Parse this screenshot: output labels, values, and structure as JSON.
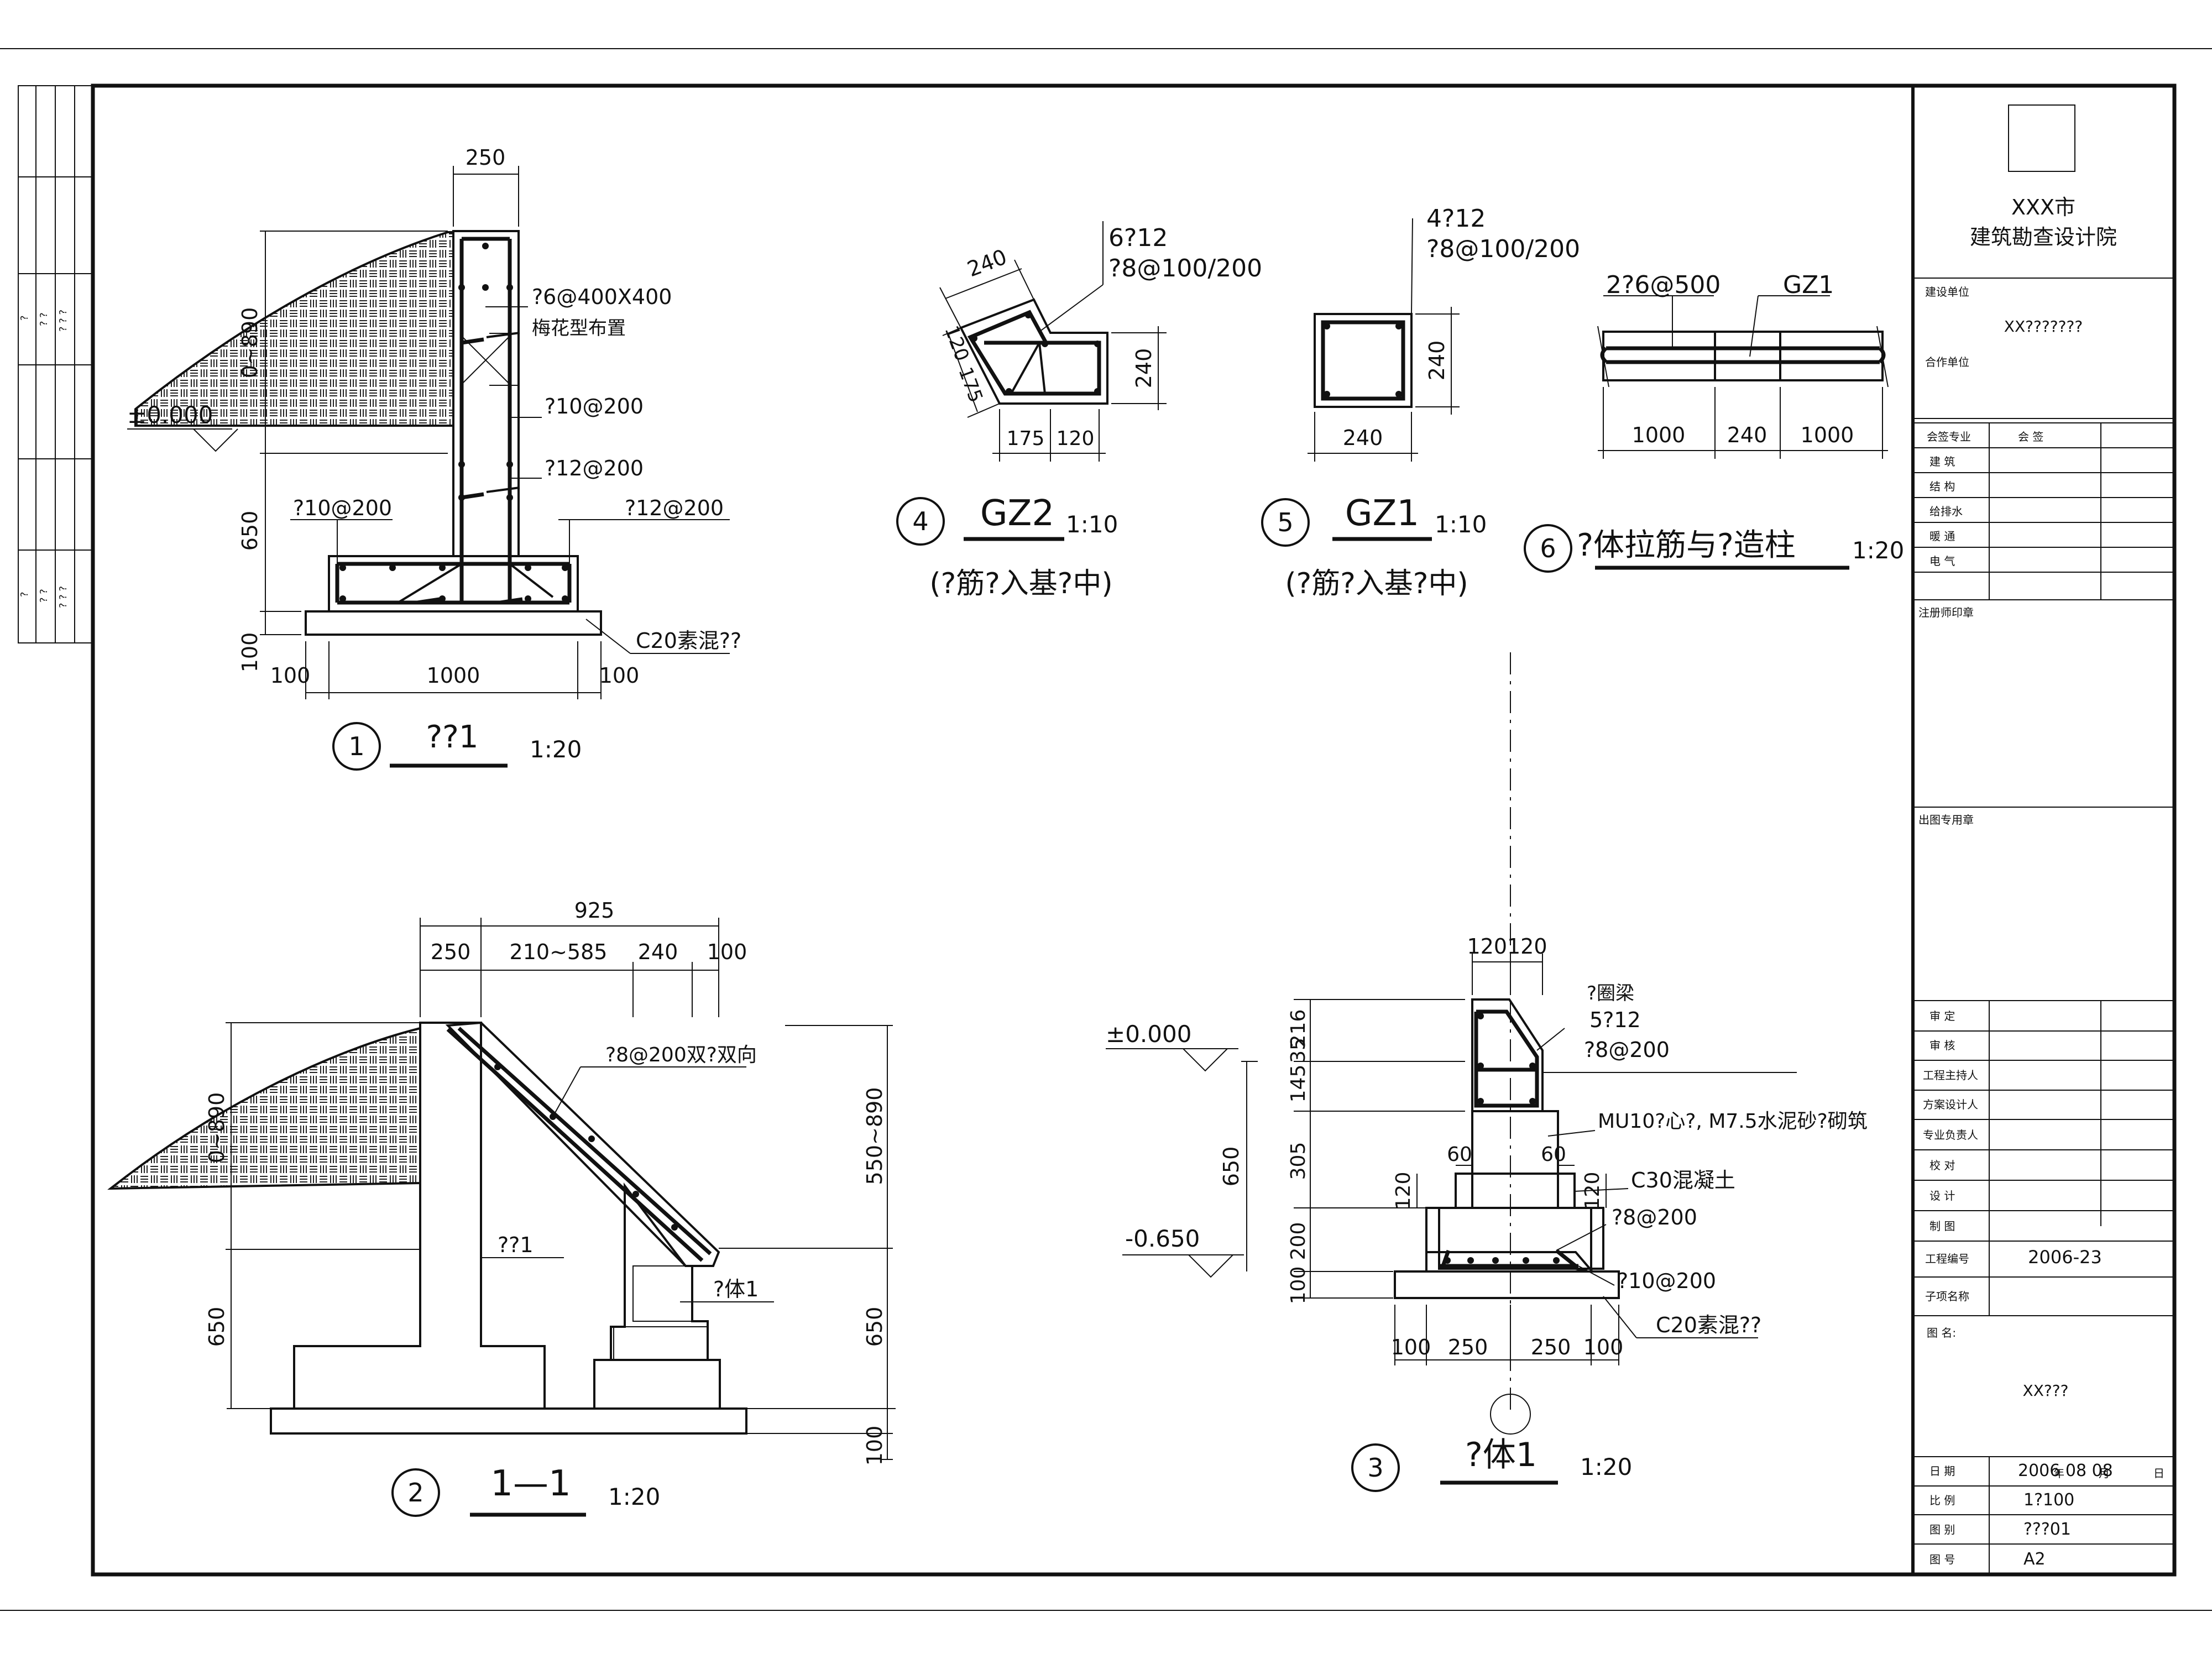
{
  "title_block": {
    "institute_line1": "XXX市",
    "institute_line2": "建筑勘查设计院",
    "construction_unit_label": "建设单位",
    "construction_unit_value": "XX???????",
    "cooperation_unit_label": "合作单位",
    "signoff_header": [
      "会签专业",
      "会  签"
    ],
    "signoff_rows": [
      "建  筑",
      "结  构",
      "给排水",
      "暖  通",
      "电  气"
    ],
    "registered_seal_label": "注册师印章",
    "review_seal_label": "出图专用章",
    "approval_rows": [
      "审  定",
      "审  核",
      "工程主持人",
      "方案设计人",
      "专业负责人",
      "校  对",
      "设  计",
      "制  图"
    ],
    "project_no_label": "工程编号",
    "project_no_value": "2006-23",
    "subitem_label": "子项名称",
    "drawing_name_label": "图  名:",
    "drawing_name_value": "XX???",
    "date_label": "日  期",
    "date_value": "2006 08 08",
    "date_unit_year": "年",
    "date_unit_month": "月",
    "date_unit_day": "日",
    "scale_label": "比  例",
    "scale_value": "1?100",
    "category_label": "图  别",
    "category_value": "???01",
    "sheet_label": "图  号",
    "sheet_value": "A2"
  },
  "left_strip": {
    "q1": "?",
    "q2": "? ?",
    "q3": "? ? ?"
  },
  "detail1": {
    "number": "1",
    "title": "??1",
    "scale": "1:20",
    "dim_top": "250",
    "dim_side_upper": "0~890",
    "dim_side_mid": "650",
    "dim_side_low": "100",
    "dim_b1": "100",
    "dim_b2": "1000",
    "dim_b3": "100",
    "elev": "±0.000",
    "lbl_mesh": "?6@400X400",
    "lbl_mesh2": "梅花型布置",
    "lbl_r1": "?10@200",
    "lbl_r2": "?12@200",
    "lbl_r3": "?10@200",
    "lbl_r4": "?12@200",
    "lbl_conc": "C20素混??"
  },
  "detail2": {
    "number": "2",
    "title": "1—1",
    "scale": "1:20",
    "dim_total": "925",
    "dim_a": "250",
    "dim_b": "210~585",
    "dim_c": "240",
    "dim_d": "100",
    "dim_left_upper": "0~890",
    "dim_left_low": "650",
    "dim_right_upper": "550~890",
    "dim_right_mid": "650",
    "dim_right_low": "100",
    "lbl_rebar": "?8@200双?双向",
    "lbl_wall": "??1",
    "lbl_masonry": "?体1"
  },
  "detail3": {
    "number": "3",
    "title": "?体1",
    "scale": "1:20",
    "dim_top": "120120",
    "elev_top": "±0.000",
    "elev_low": "-0.650",
    "dim_left_a": "216",
    "dim_left_b": "145",
    "dim_left_b2": "35",
    "dim_left_c": "305",
    "dim_left_d": "200",
    "dim_left_e": "100",
    "dim_left_total": "650",
    "dim_step_l": "60",
    "dim_step_r": "60",
    "dim_ht_l": "120",
    "dim_ht_r": "120",
    "dim_b1": "100",
    "dim_b2": "250",
    "dim_b3": "250",
    "dim_b4": "100",
    "lbl_beam": "?圈梁",
    "lbl_beam2": "5?12",
    "lbl_beam3": "?8@200",
    "lbl_masonry": "MU10?心?, M7.5水泥砂?砌筑",
    "lbl_c30": "C30混凝土",
    "lbl_r1": "?8@200",
    "lbl_r2": "?10@200",
    "lbl_c20": "C20素混??"
  },
  "detail4": {
    "number": "4",
    "title": "GZ2",
    "scale": "1:10",
    "note": "(?筋?入基?中)",
    "lbl_a": "6?12",
    "lbl_b": "?8@100/200",
    "dim_240a": "240",
    "dim_120": "120",
    "dim_175": "175",
    "dim_240b": "240",
    "dim_b175": "175",
    "dim_b120": "120"
  },
  "detail5": {
    "number": "5",
    "title": "GZ1",
    "scale": "1:10",
    "note": "(?筋?入基?中)",
    "lbl_a": "4?12",
    "lbl_b": "?8@100/200",
    "dim_side": "240",
    "dim_bottom": "240"
  },
  "detail6": {
    "number": "6",
    "title": "?体拉筋与?造柱",
    "scale": "1:20",
    "lbl_a": "2?6@500",
    "lbl_b": "GZ1",
    "dim_1": "1000",
    "dim_2": "240",
    "dim_3": "1000"
  }
}
